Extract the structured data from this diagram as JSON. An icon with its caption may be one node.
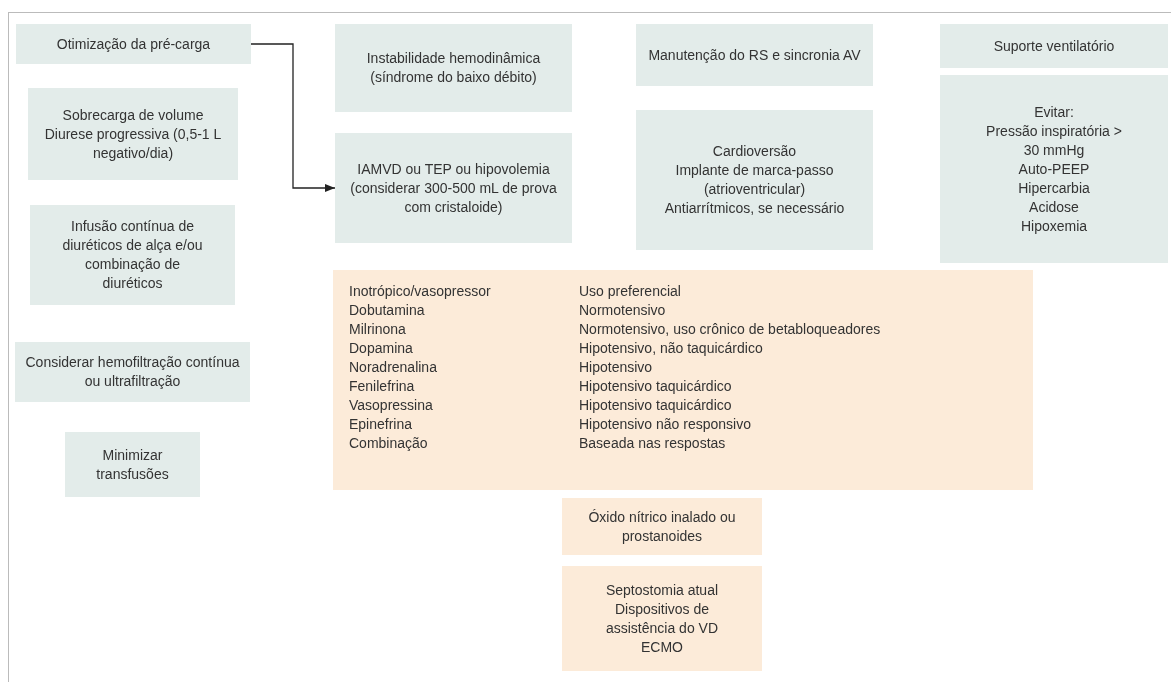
{
  "diagram": {
    "nodes": [
      {
        "text": [
          "Otimização da pré-carga"
        ]
      },
      {
        "text": [
          "Sobrecarga de volume",
          "Diurese progressiva (0,5-1 L negativo/dia)"
        ]
      },
      {
        "text": [
          "Infusão contínua de diuréticos de alça e/ou combinação de diuréticos"
        ]
      },
      {
        "text": [
          "Considerar hemofiltração contínua ou ultrafiltração"
        ]
      },
      {
        "text": [
          "Minimizar transfusões"
        ]
      },
      {
        "text": [
          "Instabilidade hemodinâmica (síndrome do baixo débito)"
        ]
      },
      {
        "text": [
          "IAMVD ou TEP ou hipovolemia (considerar 300-500 mL de prova com cristaloide)"
        ]
      },
      {
        "text": [
          "Manutenção do RS e sincronia AV"
        ]
      },
      {
        "text": [
          "Cardioversão",
          "Implante de marca-passo (atrioventricular)",
          "Antiarrítmicos, se necessário"
        ]
      },
      {
        "text": [
          "Suporte ventilatório"
        ]
      },
      {
        "text": [
          "Evitar:",
          "Pressão inspiratória > 30 mmHg",
          "Auto-PEEP",
          "Hipercarbia",
          "Acidose",
          "Hipoxemia"
        ]
      },
      {
        "text": [
          "Inotrópico/vasopressor",
          "Uso preferencial",
          "Dobutamina",
          "Normotensivo",
          "Milrinona",
          "Normotensivo, uso crônico de betabloqueadores",
          "Dopamina",
          "Hipotensivo, não taquicárdico",
          "Noradrenalina",
          "Hipotensivo",
          "Fenilefrina",
          "Hipotensivo taquicárdico",
          "Vasopressina",
          "Hipotensivo taquicárdico",
          "Epinefrina",
          "Hipotensivo não responsivo",
          "Combinação",
          "Baseada nas respostas"
        ]
      },
      {
        "text": [
          "Óxido nítrico inalado ou prostanoides"
        ]
      },
      {
        "text": [
          "Septostomia atual",
          "Dispositivos de assistência do VD",
          "ECMO"
        ]
      }
    ],
    "edges": [
      {
        "from": 0,
        "to": 6,
        "arrow": "to"
      }
    ]
  }
}
